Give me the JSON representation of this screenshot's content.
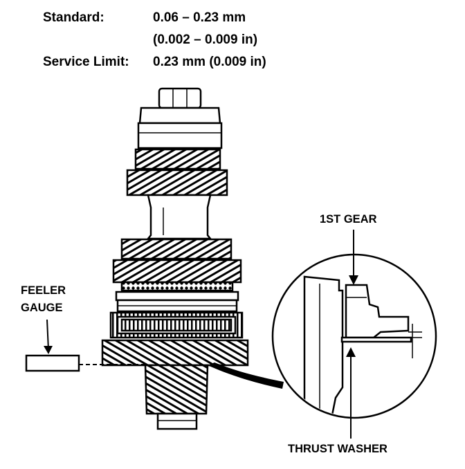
{
  "specs": {
    "standard_label": "Standard:",
    "standard_mm": "0.06 – 0.23 mm",
    "standard_in": "(0.002 – 0.009 in)",
    "service_limit_label": "Service Limit:",
    "service_limit_value": "0.23 mm (0.009 in)"
  },
  "callouts": {
    "feeler_gauge_line1": "FEELER",
    "feeler_gauge_line2": "GAUGE",
    "first_gear": "1ST GEAR",
    "thrust_washer": "THRUST WASHER"
  }
}
